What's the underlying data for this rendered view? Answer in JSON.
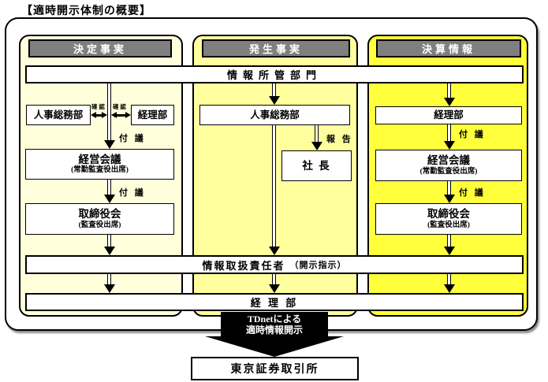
{
  "title": "【適時開示体制の概要】",
  "colors": {
    "left_column_bg": "#FFFFDB",
    "middle_column_bg": "#FFFF9E",
    "right_column_bg": "#FFFF3C",
    "header_bg": "#7F7F7F",
    "header_text": "#FFFFFF",
    "arrow_color": "#000000"
  },
  "headers": {
    "left": "決定事実",
    "middle": "発生事実",
    "right": "決算情報"
  },
  "bars": {
    "info_managing": "情報所管部門",
    "info_handler": "情報取扱責任者",
    "info_handler_note": "（開示指示）",
    "accounting": "経 理 部"
  },
  "labels": {
    "confirm": "確 認",
    "fugi": "付 議",
    "report": "報 告"
  },
  "left": {
    "hr_box": "人事総務部",
    "accounting_box": "経理部",
    "management_box": "経営会議",
    "management_note": "(常勤監査役出席)",
    "board_box": "取締役会",
    "board_note": "(監査役出席)"
  },
  "middle": {
    "hr_box": "人事総務部",
    "president_box": "社 長"
  },
  "right": {
    "accounting_box": "経理部",
    "management_box": "経営会議",
    "management_note": "(常勤監査役出席)",
    "board_box": "取締役会",
    "board_note": "(監査役出席)"
  },
  "bottom": {
    "tdnet_line1": "TDnetによる",
    "tdnet_line2": "適時情報開示",
    "tse": "東京証券取引所"
  }
}
